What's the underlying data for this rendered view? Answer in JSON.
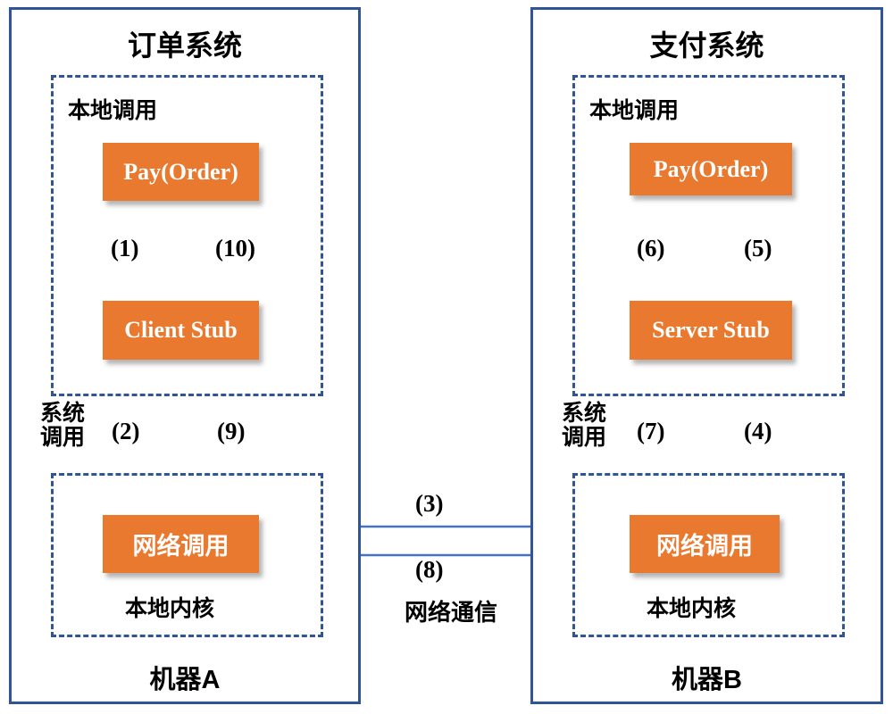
{
  "diagram": {
    "title_not_shown": "",
    "accent_box_color": "#e8792e",
    "line_color": "#4472c4",
    "border_color": "#2f5597"
  },
  "machine_a": {
    "system_title": "订单系统",
    "machine_label": "机器A",
    "local_call_label": "本地调用",
    "kernel_label": "本地内核",
    "syscall_label": "系统\n调用",
    "nodes": {
      "caller": "Pay(Order)",
      "stub": "Client Stub",
      "network": "网络调用"
    },
    "steps": {
      "caller_to_stub": "(1)",
      "stub_to_caller": "(10)",
      "stub_to_network": "(2)",
      "network_to_stub": "(9)"
    }
  },
  "machine_b": {
    "system_title": "支付系统",
    "machine_label": "机器B",
    "local_call_label": "本地调用",
    "kernel_label": "本地内核",
    "syscall_label": "系统\n调用",
    "nodes": {
      "caller": "Pay(Order)",
      "stub": "Server Stub",
      "network": "网络调用"
    },
    "steps": {
      "stub_to_caller": "(6)",
      "caller_to_stub": "(5)",
      "network_to_stub": "(7)",
      "stub_to_network": "(4)"
    }
  },
  "network_link": {
    "label": "网络通信",
    "request_step": "(3)",
    "response_step": "(8)"
  }
}
